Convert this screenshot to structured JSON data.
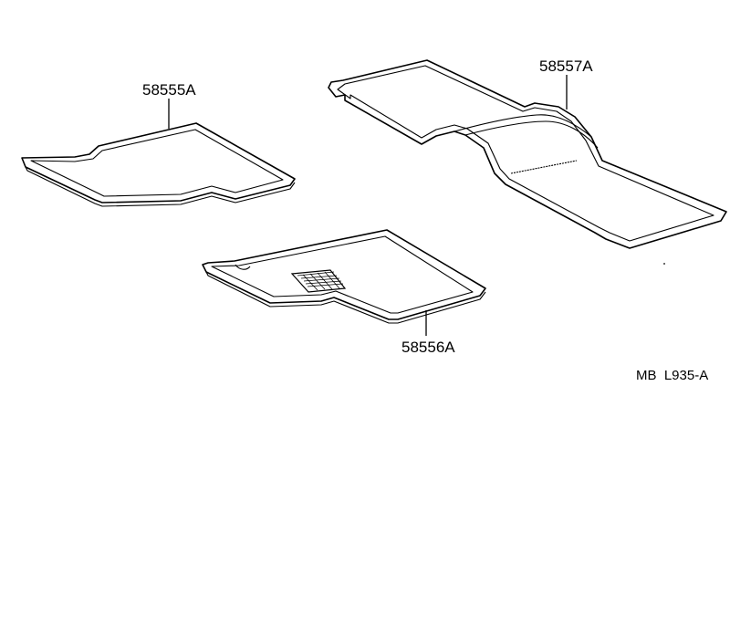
{
  "diagram": {
    "parts": [
      {
        "id": "front-left-mat",
        "part_number": "58555A"
      },
      {
        "id": "front-right-mat",
        "part_number": "58556A"
      },
      {
        "id": "rear-mat",
        "part_number": "58557A"
      }
    ],
    "drawing_code": "MB  L935-A",
    "colors": {
      "line": "#000000",
      "background": "#ffffff"
    }
  }
}
